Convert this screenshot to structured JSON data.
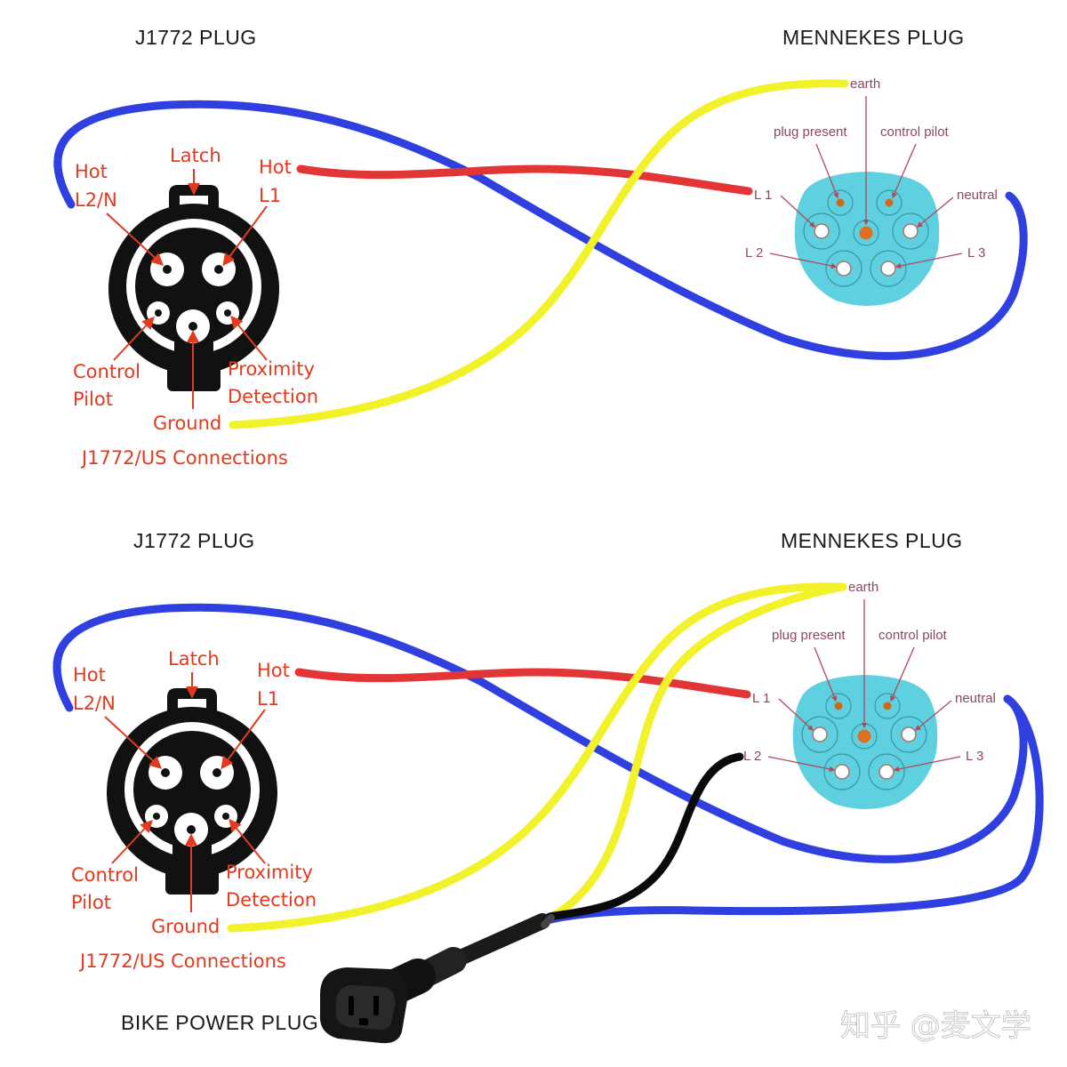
{
  "colors": {
    "blue": "#2f3fe0",
    "red": "#e23636",
    "yellow": "#f2f22a",
    "black": "#0a0a0a",
    "teal": "#5fd0df",
    "label_red": "#e23a1e"
  },
  "diagrams": [
    {
      "j1772_title": "J1772 PLUG",
      "mennekes_title": "MENNEKES PLUG",
      "j1772": {
        "latch": "Latch",
        "hot_l2n_line1": "Hot",
        "hot_l2n_line2": "L2/N",
        "hot_l1_line1": "Hot",
        "hot_l1_line2": "L1",
        "control_line1": "Control",
        "control_line2": "Pilot",
        "proximity_line1": "Proximity",
        "proximity_line2": "Detection",
        "ground": "Ground",
        "connections_title": "J1772/US Connections"
      },
      "mennekes": {
        "earth": "earth",
        "plug_present": "plug present",
        "control_pilot": "control pilot",
        "l1": "L 1",
        "neutral": "neutral",
        "l2": "L 2",
        "l3": "L 3"
      }
    },
    {
      "j1772_title": "J1772 PLUG",
      "mennekes_title": "MENNEKES PLUG",
      "j1772": {
        "latch": "Latch",
        "hot_l2n_line1": "Hot",
        "hot_l2n_line2": "L2/N",
        "hot_l1_line1": "Hot",
        "hot_l1_line2": "L1",
        "control_line1": "Control",
        "control_line2": "Pilot",
        "proximity_line1": "Proximity",
        "proximity_line2": "Detection",
        "ground": "Ground",
        "connections_title": "J1772/US Connections"
      },
      "mennekes": {
        "earth": "earth",
        "plug_present": "plug present",
        "control_pilot": "control pilot",
        "l1": "L 1",
        "neutral": "neutral",
        "l2": "L 2",
        "l3": "L 3"
      }
    }
  ],
  "bike_plug_label": "BIKE POWER PLUG",
  "watermark": "知乎 @麦文学"
}
